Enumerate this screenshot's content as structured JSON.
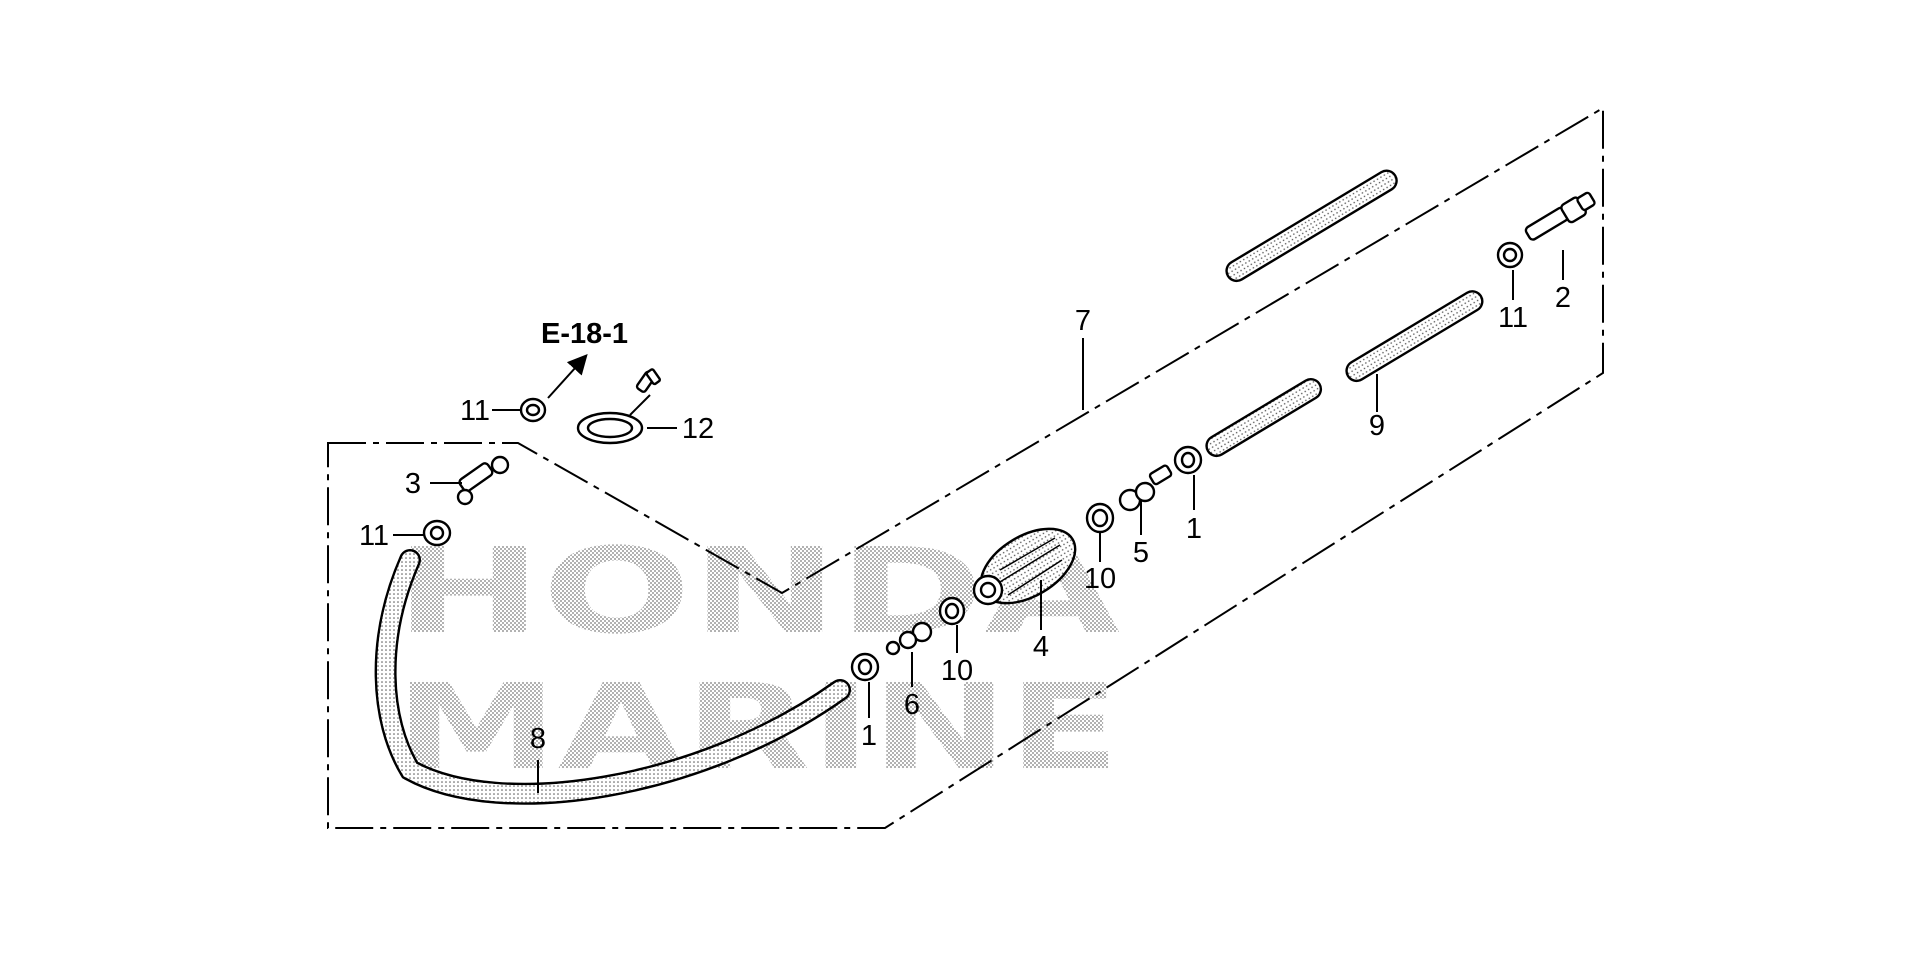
{
  "diagram": {
    "reference_label": "E-18-1",
    "watermark": {
      "line1": "HONDA",
      "line2": "MARINE"
    },
    "callouts": [
      {
        "id": "callout-1-top",
        "text": "1"
      },
      {
        "id": "callout-1-bottom",
        "text": "1"
      },
      {
        "id": "callout-2",
        "text": "2"
      },
      {
        "id": "callout-3",
        "text": "3"
      },
      {
        "id": "callout-4",
        "text": "4"
      },
      {
        "id": "callout-5",
        "text": "5"
      },
      {
        "id": "callout-6",
        "text": "6"
      },
      {
        "id": "callout-7",
        "text": "7"
      },
      {
        "id": "callout-8",
        "text": "8"
      },
      {
        "id": "callout-9",
        "text": "9"
      },
      {
        "id": "callout-10-upper",
        "text": "10"
      },
      {
        "id": "callout-10-lower",
        "text": "10"
      },
      {
        "id": "callout-11-top",
        "text": "11"
      },
      {
        "id": "callout-11-left-upper",
        "text": "11"
      },
      {
        "id": "callout-11-left-lower",
        "text": "11"
      },
      {
        "id": "callout-12",
        "text": "12"
      }
    ]
  }
}
